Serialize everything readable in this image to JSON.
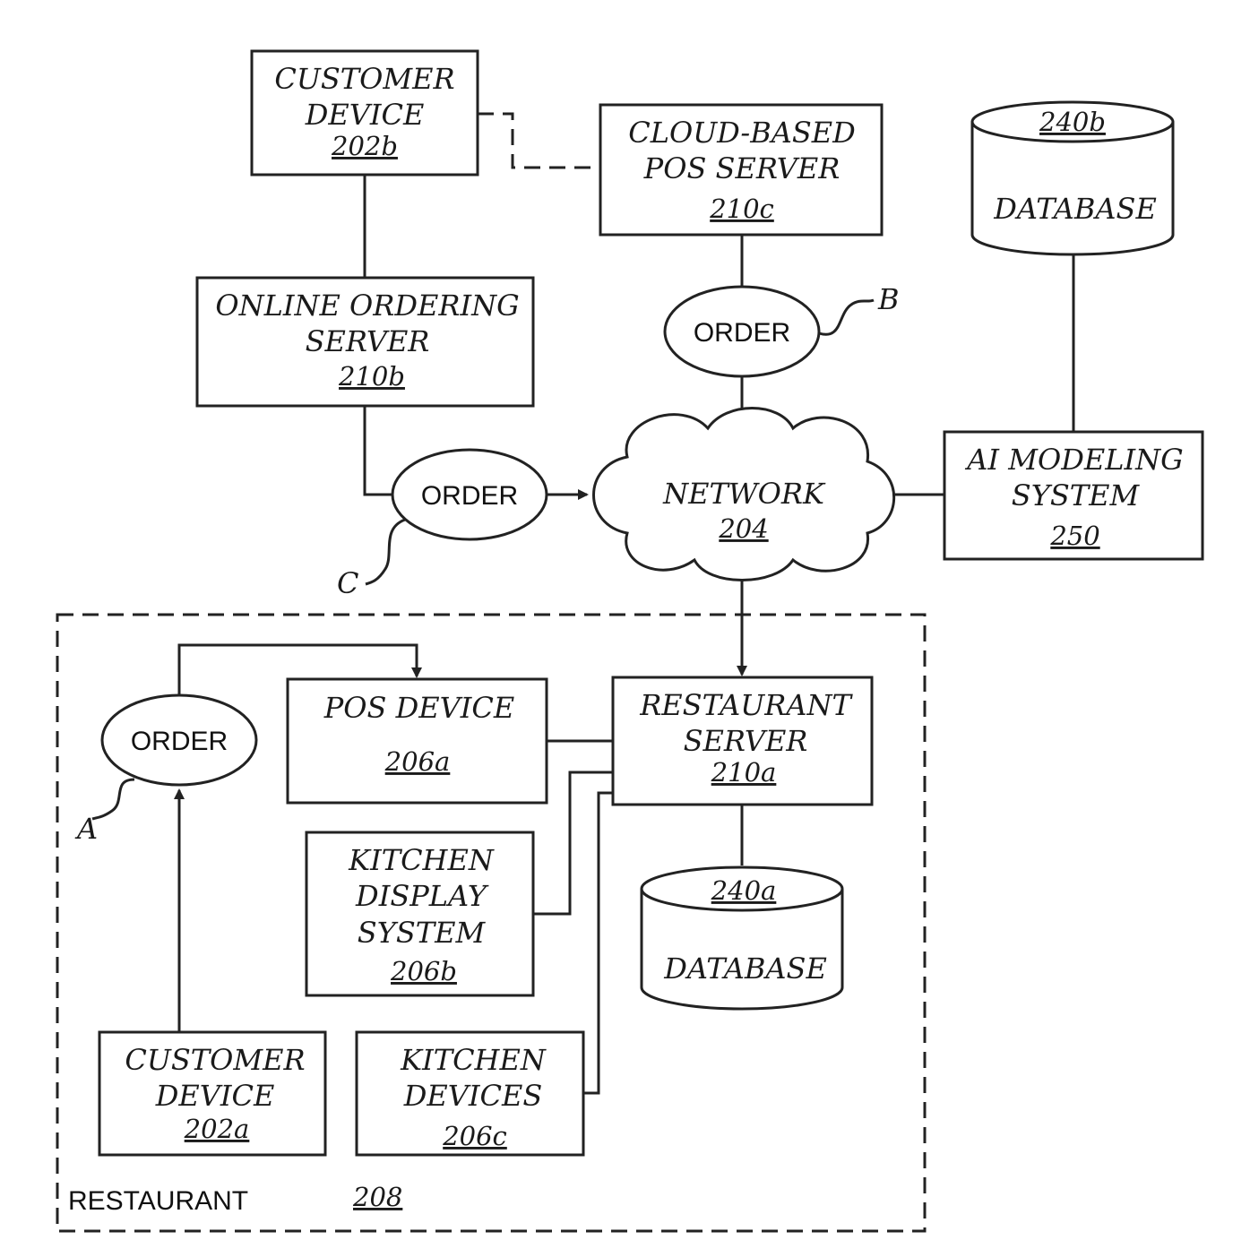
{
  "nodes": {
    "customer_device_b": {
      "line1": "CUSTOMER",
      "line2": "DEVICE",
      "ref": "202b"
    },
    "cloud_pos_server": {
      "line1": "CLOUD-BASED",
      "line2": "POS SERVER",
      "ref": "210c"
    },
    "database_b": {
      "ref": "240b",
      "label": "DATABASE"
    },
    "online_ordering_server": {
      "line1": "ONLINE ORDERING",
      "line2": "SERVER",
      "ref": "210b"
    },
    "order_b": {
      "label": "ORDER",
      "tag": "B"
    },
    "order_c": {
      "label": "ORDER",
      "tag": "C"
    },
    "network": {
      "label": "NETWORK",
      "ref": "204"
    },
    "ai_modeling_system": {
      "line1": "AI MODELING",
      "line2": "SYSTEM",
      "ref": "250"
    },
    "order_a": {
      "label": "ORDER",
      "tag": "A"
    },
    "pos_device": {
      "line1": "POS DEVICE",
      "ref": "206a"
    },
    "restaurant_server": {
      "line1": "RESTAURANT",
      "line2": "SERVER",
      "ref": "210a"
    },
    "kitchen_display_system": {
      "line1": "KITCHEN",
      "line2": "DISPLAY",
      "line3": "SYSTEM",
      "ref": "206b"
    },
    "database_a": {
      "ref": "240a",
      "label": "DATABASE"
    },
    "customer_device_a": {
      "line1": "CUSTOMER",
      "line2": "DEVICE",
      "ref": "202a"
    },
    "kitchen_devices": {
      "line1": "KITCHEN",
      "line2": "DEVICES",
      "ref": "206c"
    }
  },
  "restaurant": {
    "label": "RESTAURANT",
    "ref": "208"
  }
}
